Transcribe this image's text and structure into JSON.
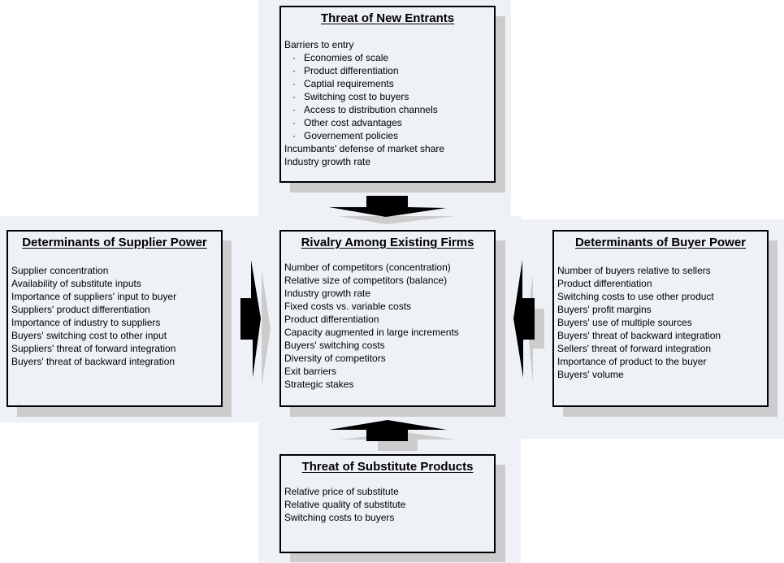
{
  "diagram": {
    "type": "five-forces",
    "colors": {
      "panel_background": "#eef1f6",
      "shadow": "#cccccc",
      "border": "#000000",
      "arrow": "#000000"
    },
    "boxes": {
      "top": {
        "title": "Threat of New Entrants",
        "items": [
          {
            "text": "Barriers to entry",
            "level": 0
          },
          {
            "text": "Economies of scale",
            "level": 1
          },
          {
            "text": "Product differentiation",
            "level": 1
          },
          {
            "text": "Captial requirements",
            "level": 1
          },
          {
            "text": "Switching cost to buyers",
            "level": 1
          },
          {
            "text": "Access to distribution channels",
            "level": 1
          },
          {
            "text": "Other cost advantages",
            "level": 1
          },
          {
            "text": "Governement policies",
            "level": 1
          },
          {
            "text": "Incumbants' defense of market share",
            "level": 0
          },
          {
            "text": "Industry growth rate",
            "level": 0
          }
        ]
      },
      "left": {
        "title": "Determinants of Supplier Power",
        "items": [
          {
            "text": "Supplier concentration",
            "level": 0
          },
          {
            "text": "Availability of substitute inputs",
            "level": 0
          },
          {
            "text": "Importance of suppliers' input to buyer",
            "level": 0
          },
          {
            "text": "Suppliers' product differentiation",
            "level": 0
          },
          {
            "text": "Importance of industry to suppliers",
            "level": 0
          },
          {
            "text": "Buyers' switching cost to other input",
            "level": 0
          },
          {
            "text": "Suppliers' threat of forward integration",
            "level": 0
          },
          {
            "text": "Buyers' threat of backward integration",
            "level": 0
          }
        ]
      },
      "center": {
        "title": "Rivalry Among Existing Firms",
        "items": [
          {
            "text": "Number of competitors (concentration)",
            "level": 0
          },
          {
            "text": "Relative size of competitors (balance)",
            "level": 0
          },
          {
            "text": "Industry growth rate",
            "level": 0
          },
          {
            "text": "Fixed costs vs. variable costs",
            "level": 0
          },
          {
            "text": "Product differentiation",
            "level": 0
          },
          {
            "text": "Capacity augmented in large increments",
            "level": 0
          },
          {
            "text": "Buyers' switching costs",
            "level": 0
          },
          {
            "text": "Diversity of competitors",
            "level": 0
          },
          {
            "text": "Exit barriers",
            "level": 0
          },
          {
            "text": "Strategic stakes",
            "level": 0
          }
        ]
      },
      "right": {
        "title": "Determinants of Buyer Power",
        "items": [
          {
            "text": "Number of buyers relative to sellers",
            "level": 0
          },
          {
            "text": "Product differentiation",
            "level": 0
          },
          {
            "text": "Switching costs to use other product",
            "level": 0
          },
          {
            "text": "Buyers' profit margins",
            "level": 0
          },
          {
            "text": "Buyers' use of multiple sources",
            "level": 0
          },
          {
            "text": "Buyers' threat of backward integration",
            "level": 0
          },
          {
            "text": "Sellers' threat of forward integration",
            "level": 0
          },
          {
            "text": "Importance of product to the buyer",
            "level": 0
          },
          {
            "text": "Buyers' volume",
            "level": 0
          }
        ]
      },
      "bottom": {
        "title": "Threat of Substitute Products",
        "items": [
          {
            "text": "Relative price of substitute",
            "level": 0
          },
          {
            "text": "Relative quality of substitute",
            "level": 0
          },
          {
            "text": "Switching costs to buyers",
            "level": 0
          }
        ]
      }
    },
    "bullet_glyph": "·",
    "arrows": [
      {
        "from": "top",
        "to": "center",
        "direction": "down"
      },
      {
        "from": "left",
        "to": "center",
        "direction": "right"
      },
      {
        "from": "right",
        "to": "center",
        "direction": "left"
      },
      {
        "from": "bottom",
        "to": "center",
        "direction": "up"
      }
    ]
  }
}
